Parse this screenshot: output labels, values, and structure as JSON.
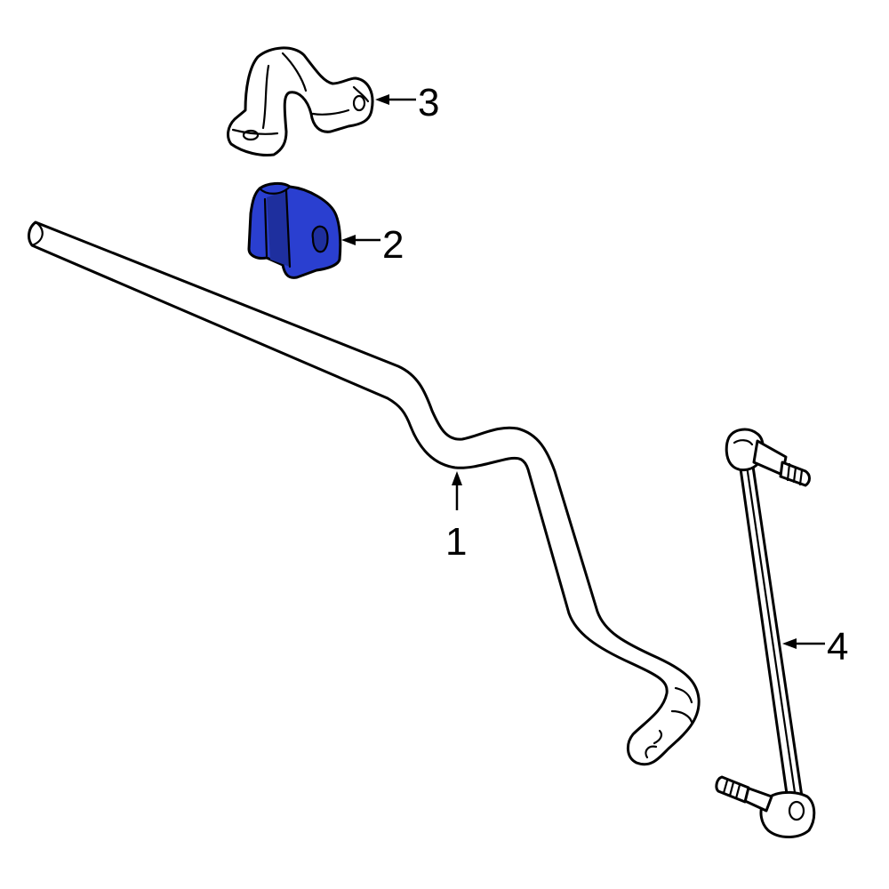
{
  "colors": {
    "background": "#ffffff",
    "outline": "#000000",
    "highlight": "#2a3fd0",
    "highlight_shade": "#1e2f9e"
  },
  "callouts": [
    {
      "id": "1",
      "text": "1"
    },
    {
      "id": "2",
      "text": "2"
    },
    {
      "id": "3",
      "text": "3"
    },
    {
      "id": "4",
      "text": "4"
    }
  ],
  "highlighted_part": "2"
}
